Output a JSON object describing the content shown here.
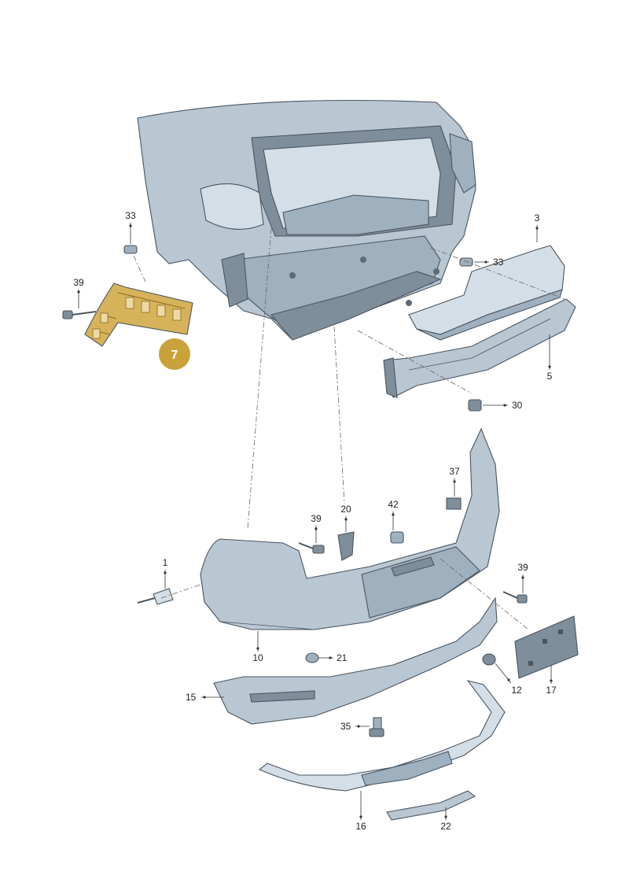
{
  "diagram": {
    "highlight_color": "#c9a23a",
    "part_color": "#b9c7d3",
    "highlighted_part": "7",
    "labels": {
      "p1": "1",
      "p3": "3",
      "p5": "5",
      "p7": "7",
      "p10": "10",
      "p12": "12",
      "p15": "15",
      "p16": "16",
      "p17": "17",
      "p20": "20",
      "p21": "21",
      "p22": "22",
      "p30": "30",
      "p33a": "33",
      "p33b": "33",
      "p35": "35",
      "p37": "37",
      "p39a": "39",
      "p39b": "39",
      "p39c": "39",
      "p42": "42"
    }
  }
}
